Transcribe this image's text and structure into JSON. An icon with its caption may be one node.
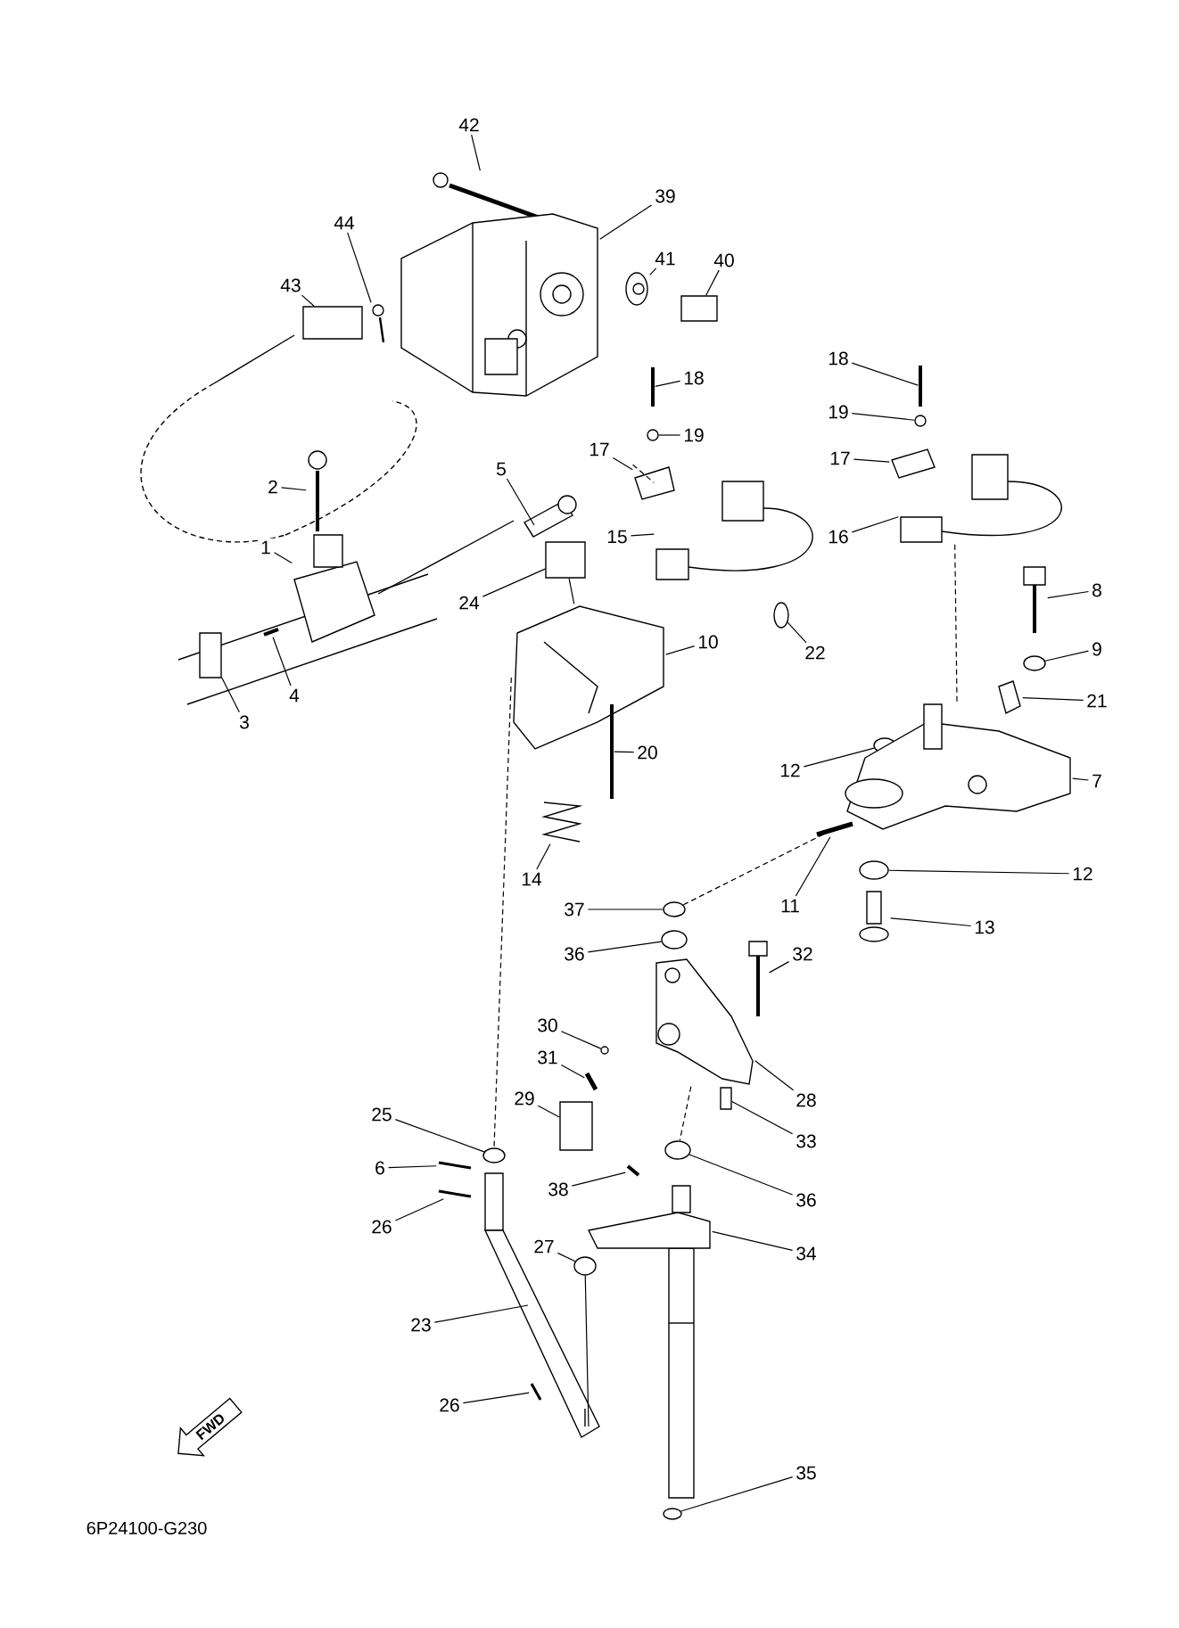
{
  "diagram": {
    "nodes": [
      {
        "text": [
          "42"
        ]
      },
      {
        "text": [
          "44"
        ]
      },
      {
        "text": [
          "39"
        ]
      },
      {
        "text": [
          "43"
        ]
      },
      {
        "text": [
          "41"
        ]
      },
      {
        "text": [
          "40"
        ]
      },
      {
        "text": [
          "18"
        ]
      },
      {
        "text": [
          "19"
        ]
      },
      {
        "text": [
          "18"
        ]
      },
      {
        "text": [
          "2"
        ]
      },
      {
        "text": [
          "5"
        ]
      },
      {
        "text": [
          "17"
        ]
      },
      {
        "text": [
          "19"
        ]
      },
      {
        "text": [
          "17"
        ]
      },
      {
        "text": [
          "15"
        ]
      },
      {
        "text": [
          "16"
        ]
      },
      {
        "text": [
          "8"
        ]
      },
      {
        "text": [
          "1"
        ]
      },
      {
        "text": [
          "24"
        ]
      },
      {
        "text": [
          "9"
        ]
      },
      {
        "text": [
          "10"
        ]
      },
      {
        "text": [
          "22"
        ]
      },
      {
        "text": [
          "3"
        ]
      },
      {
        "text": [
          "4"
        ]
      },
      {
        "text": [
          "21"
        ]
      },
      {
        "text": [
          "20"
        ]
      },
      {
        "text": [
          "12"
        ]
      },
      {
        "text": [
          "7"
        ]
      },
      {
        "text": [
          "14"
        ]
      },
      {
        "text": [
          "11"
        ]
      },
      {
        "text": [
          "12"
        ]
      },
      {
        "text": [
          "13"
        ]
      },
      {
        "text": [
          "37"
        ]
      },
      {
        "text": [
          "36"
        ]
      },
      {
        "text": [
          "32"
        ]
      },
      {
        "text": [
          "30"
        ]
      },
      {
        "text": [
          "31"
        ]
      },
      {
        "text": [
          "29"
        ]
      },
      {
        "text": [
          "28"
        ]
      },
      {
        "text": [
          "33"
        ]
      },
      {
        "text": [
          "25"
        ]
      },
      {
        "text": [
          "6"
        ]
      },
      {
        "text": [
          "36"
        ]
      },
      {
        "text": [
          "38"
        ]
      },
      {
        "text": [
          "26"
        ]
      },
      {
        "text": [
          "27"
        ]
      },
      {
        "text": [
          "34"
        ]
      },
      {
        "text": [
          "23"
        ]
      },
      {
        "text": [
          "26"
        ]
      },
      {
        "text": [
          "35"
        ]
      },
      {
        "text": [
          "FWD"
        ]
      },
      {
        "text": [],
        "shape": "picture"
      },
      {
        "text": [],
        "shape": "picture"
      },
      {
        "text": [],
        "shape": "picture"
      },
      {
        "text": [],
        "shape": "box"
      },
      {
        "text": [],
        "shape": "picture"
      },
      {
        "text": [],
        "shape": "box"
      },
      {
        "text": [],
        "shape": "picture"
      },
      {
        "text": [],
        "shape": "circle"
      },
      {
        "text": [],
        "shape": "picture"
      },
      {
        "text": [],
        "shape": "picture"
      },
      {
        "text": [],
        "shape": "picture"
      },
      {
        "text": [],
        "shape": "picture"
      },
      {
        "text": [],
        "shape": "circle"
      },
      {
        "text": [],
        "shape": "picture"
      },
      {
        "text": [],
        "shape": "picture"
      },
      {
        "text": [],
        "shape": "picture"
      },
      {
        "text": [],
        "shape": "picture"
      },
      {
        "text": [],
        "shape": "picture"
      },
      {
        "text": [],
        "shape": "box"
      },
      {
        "text": [],
        "shape": "circle"
      },
      {
        "text": [],
        "shape": "picture"
      },
      {
        "text": [],
        "shape": "circle"
      },
      {
        "text": [],
        "shape": "box"
      },
      {
        "text": [],
        "shape": "picture"
      },
      {
        "text": [],
        "shape": "picture"
      },
      {
        "text": [],
        "shape": "picture"
      },
      {
        "text": [],
        "shape": "circle"
      },
      {
        "text": [],
        "shape": "picture"
      },
      {
        "text": [],
        "shape": "picture"
      },
      {
        "text": [],
        "shape": "picture"
      },
      {
        "text": [],
        "shape": "circle"
      },
      {
        "text": [],
        "shape": "picture"
      },
      {
        "text": [],
        "shape": "circle"
      },
      {
        "text": [],
        "shape": "circle"
      },
      {
        "text": [],
        "shape": "picture"
      },
      {
        "text": [],
        "shape": "circle"
      },
      {
        "text": [],
        "shape": "picture"
      },
      {
        "text": [],
        "shape": "box"
      },
      {
        "text": [],
        "shape": "picture"
      },
      {
        "text": [],
        "shape": "box"
      },
      {
        "text": [],
        "shape": "circle"
      },
      {
        "text": [],
        "shape": "picture"
      },
      {
        "text": [],
        "shape": "circle"
      },
      {
        "text": [],
        "shape": "picture"
      },
      {
        "text": [],
        "shape": "picture"
      },
      {
        "text": [],
        "shape": "circle"
      },
      {
        "text": [],
        "shape": "picture"
      },
      {
        "text": [],
        "shape": "picture"
      },
      {
        "text": [],
        "shape": "picture"
      },
      {
        "text": [],
        "shape": "circle"
      }
    ],
    "edges": [
      {
        "from": 0,
        "to": 51,
        "arrow": "none"
      },
      {
        "from": 1,
        "to": 52,
        "arrow": "none"
      },
      {
        "from": 2,
        "to": 53,
        "arrow": "none"
      },
      {
        "from": 3,
        "to": 54,
        "arrow": "none"
      },
      {
        "from": 4,
        "to": 55,
        "arrow": "none"
      },
      {
        "from": 5,
        "to": 56,
        "arrow": "none"
      },
      {
        "from": 6,
        "to": 57,
        "arrow": "none"
      },
      {
        "from": 7,
        "to": 58,
        "arrow": "none"
      },
      {
        "from": 8,
        "to": 59,
        "arrow": "none"
      },
      {
        "from": 9,
        "to": 60,
        "arrow": "none"
      },
      {
        "from": 10,
        "to": 61,
        "arrow": "none"
      },
      {
        "from": 11,
        "to": 62,
        "arrow": "none"
      },
      {
        "from": 12,
        "to": 63,
        "arrow": "none"
      },
      {
        "from": 13,
        "to": 64,
        "arrow": "none"
      },
      {
        "from": 14,
        "to": 65,
        "arrow": "none"
      },
      {
        "from": 15,
        "to": 66,
        "arrow": "none"
      },
      {
        "from": 16,
        "to": 67,
        "arrow": "none"
      },
      {
        "from": 17,
        "to": 68,
        "arrow": "none"
      },
      {
        "from": 18,
        "to": 69,
        "arrow": "none"
      },
      {
        "from": 19,
        "to": 70,
        "arrow": "none"
      },
      {
        "from": 20,
        "to": 71,
        "arrow": "none"
      },
      {
        "from": 21,
        "to": 72,
        "arrow": "none"
      },
      {
        "from": 22,
        "to": 73,
        "arrow": "none"
      },
      {
        "from": 23,
        "to": 74,
        "arrow": "none"
      },
      {
        "from": 24,
        "to": 75,
        "arrow": "none"
      },
      {
        "from": 25,
        "to": 76,
        "arrow": "none"
      },
      {
        "from": 26,
        "to": 77,
        "arrow": "none"
      },
      {
        "from": 27,
        "to": 78,
        "arrow": "none"
      },
      {
        "from": 28,
        "to": 79,
        "arrow": "none"
      },
      {
        "from": 29,
        "to": 80,
        "arrow": "none"
      },
      {
        "from": 30,
        "to": 81,
        "arrow": "none"
      },
      {
        "from": 31,
        "to": 82,
        "arrow": "none"
      },
      {
        "from": 32,
        "to": 83,
        "arrow": "none"
      },
      {
        "from": 33,
        "to": 84,
        "arrow": "none"
      },
      {
        "from": 34,
        "to": 85,
        "arrow": "none"
      },
      {
        "from": 35,
        "to": 86,
        "arrow": "none"
      },
      {
        "from": 36,
        "to": 87,
        "arrow": "none"
      },
      {
        "from": 37,
        "to": 88,
        "arrow": "none"
      },
      {
        "from": 38,
        "to": 89,
        "arrow": "none"
      },
      {
        "from": 39,
        "to": 90,
        "arrow": "none"
      },
      {
        "from": 40,
        "to": 91,
        "arrow": "none"
      },
      {
        "from": 41,
        "to": 92,
        "arrow": "none"
      },
      {
        "from": 42,
        "to": 93,
        "arrow": "none"
      },
      {
        "from": 43,
        "to": 94,
        "arrow": "none"
      },
      {
        "from": 44,
        "to": 95,
        "arrow": "none"
      },
      {
        "from": 45,
        "to": 96,
        "arrow": "none"
      },
      {
        "from": 46,
        "to": 97,
        "arrow": "none"
      },
      {
        "from": 47,
        "to": 98,
        "arrow": "none"
      },
      {
        "from": 48,
        "to": 99,
        "arrow": "none"
      },
      {
        "from": 49,
        "to": 100,
        "arrow": "none"
      },
      {
        "from": 71,
        "to": 91,
        "arrow": "none",
        "style": "dashed"
      },
      {
        "from": 66,
        "to": 78,
        "arrow": "none",
        "style": "dashed"
      },
      {
        "from": 83,
        "to": 78,
        "arrow": "none",
        "style": "dashed"
      },
      {
        "from": 89,
        "to": 93,
        "arrow": "none",
        "style": "dashed"
      },
      {
        "from": 62,
        "to": 65,
        "arrow": "none",
        "style": "dashed"
      },
      {
        "from": 96,
        "to": 98,
        "arrow": "none"
      },
      {
        "from": 69,
        "to": 71,
        "arrow": "none"
      }
    ],
    "labels": [
      "6P24100-G230"
    ]
  }
}
